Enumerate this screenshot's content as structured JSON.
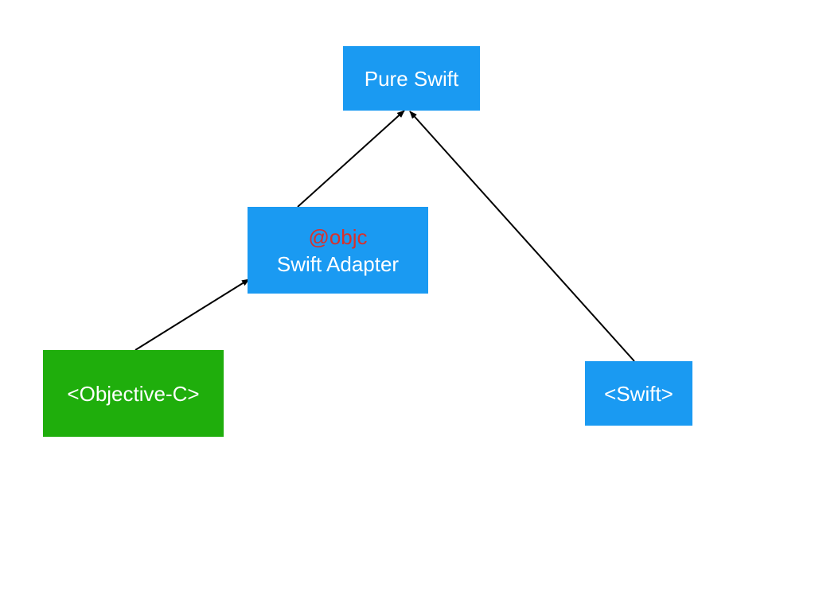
{
  "colors": {
    "swift_blue": "#1a9af2",
    "objc_green": "#1fae0c",
    "annotation_red": "#d9302a",
    "edge": "#000000"
  },
  "nodes": {
    "pure_swift": {
      "label": "Pure Swift"
    },
    "adapter": {
      "annotation": "@objc",
      "label": "Swift Adapter"
    },
    "objc": {
      "label": "<Objective-C>"
    },
    "swift": {
      "label": "<Swift>"
    }
  },
  "edges": [
    {
      "from": "adapter",
      "to": "pure_swift"
    },
    {
      "from": "objc",
      "to": "adapter"
    },
    {
      "from": "swift",
      "to": "pure_swift"
    }
  ]
}
